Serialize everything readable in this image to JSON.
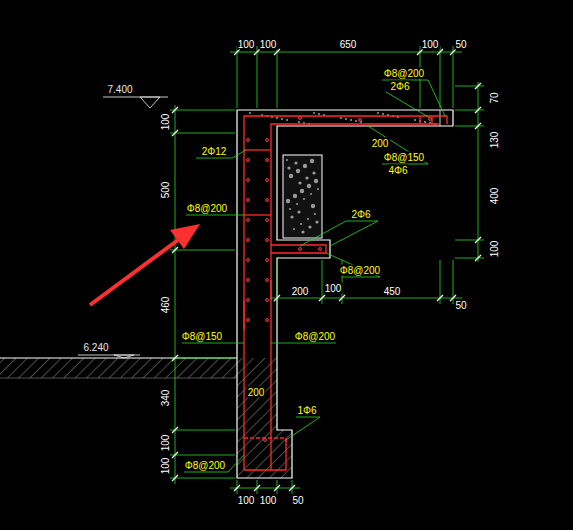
{
  "diagram": {
    "labels": [
      "100",
      "100",
      "650",
      "100",
      "50",
      "7.400",
      "Φ8@200",
      "2Φ6",
      "70",
      "100",
      "130",
      "200",
      "2Φ12",
      "Φ8@150",
      "4Φ6",
      "500",
      "400",
      "Φ8@200",
      "2Φ6",
      "100",
      "Φ8@200",
      "200",
      "100",
      "450",
      "50",
      "460",
      "Φ8@150",
      "Φ8@200",
      "6.240",
      "340",
      "200",
      "1Φ6",
      "100",
      "100",
      "Φ8@200",
      "100",
      "100",
      "50"
    ]
  }
}
